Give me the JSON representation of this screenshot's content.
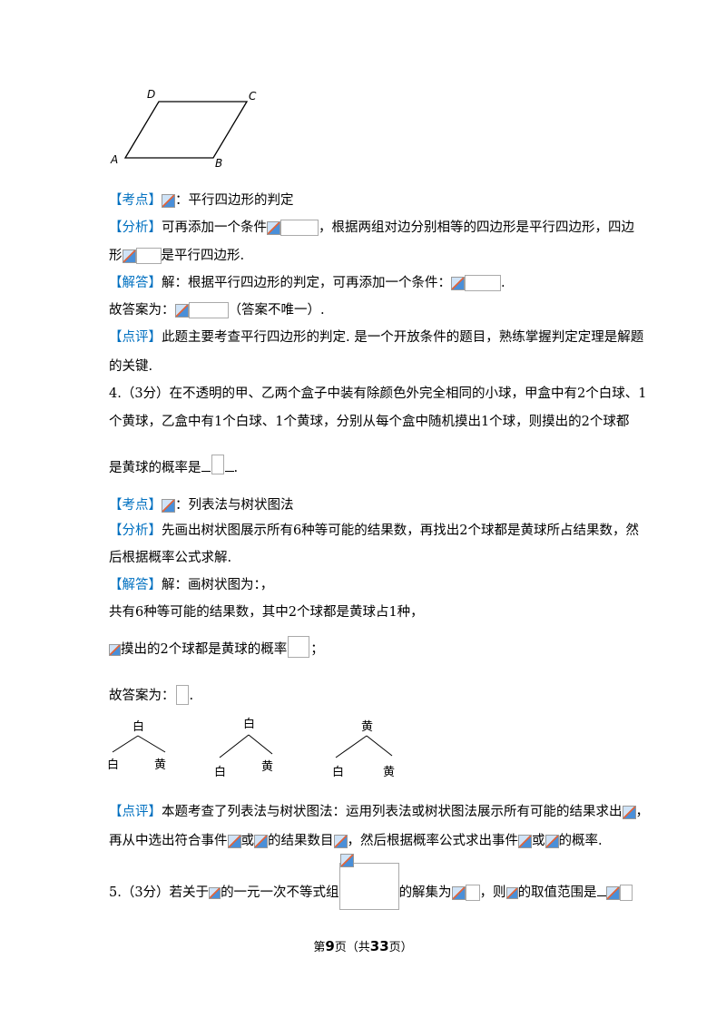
{
  "figure": {
    "labels": [
      "D",
      "C",
      "A",
      "B"
    ]
  },
  "q3": {
    "kaodian_tag": "【考点】",
    "kaodian_text": "：平行四边形的判定",
    "fenxi_tag": "【分析】",
    "fenxi_a": "可再添加一个条件",
    "fenxi_b": "，根据两组对边分别相等的四边形是平行四边形，四边",
    "fenxi_c": "形",
    "fenxi_d": "是平行四边形.",
    "jieda_tag": "【解答】",
    "jieda_text": "解：根据平行四边形的判定，可再添加一个条件：",
    "jieda_end": ".",
    "answer_a": "故答案为：",
    "answer_b": "（答案不唯一）.",
    "dianping_tag": "【点评】",
    "dianping_a": "此题主要考查平行四边形的判定. 是一个开放条件的题目，熟练掌握判定定理是解题",
    "dianping_b": "的关键."
  },
  "q4": {
    "stem_a": "4.（3分）在不透明的甲、乙两个盒子中装有除颜色外完全相同的小球，甲盒中有2个白球、1",
    "stem_b": "个黄球，乙盒中有1个白球、1个黄球，分别从每个盒中随机摸出1个球，则摸出的2个球都",
    "stem_c": "是黄球的概率是",
    "stem_end": ".",
    "kaodian_tag": "【考点】",
    "kaodian_text": "：列表法与树状图法",
    "fenxi_tag": "【分析】",
    "fenxi_a": "先画出树状图展示所有6种等可能的结果数，再找出2个球都是黄球所占结果数，然",
    "fenxi_b": "后根据概率公式求解.",
    "jieda_tag": "【解答】",
    "jieda_text": "解：画树状图为：，",
    "result_text": "共有6种等可能的结果数，其中2个球都是黄球占1种，",
    "prob_text": "摸出的2个球都是黄球的概率",
    "prob_end": "；",
    "answer_a": "故答案为：",
    "answer_end": ".",
    "dianping_tag": "【点评】",
    "dianping_a": "本题考查了列表法与树状图法：运用列表法或树状图法展示所有可能的结果求出",
    "dianping_b1": "再从中选出符合事件",
    "dianping_b2": "或",
    "dianping_b3": "的结果数目",
    "dianping_b4": "，然后根据概率公式求出事件",
    "dianping_b5": "或",
    "dianping_b6": "的概率.",
    "dianping_comma": "，"
  },
  "tree": {
    "roots": [
      "白",
      "白",
      "黄"
    ],
    "leaves": [
      [
        "白",
        "黄"
      ],
      [
        "白",
        "黄"
      ],
      [
        "白",
        "黄"
      ]
    ]
  },
  "q5": {
    "stem_a": "5.（3分）若关于",
    "stem_b": "的一元一次不等式组",
    "stem_c": "的解集为",
    "stem_d": "，则",
    "stem_e": "的取值范围是"
  },
  "footer": {
    "prefix": "第",
    "page": "9",
    "middle": "页（共",
    "total": "33",
    "suffix": "页）"
  }
}
